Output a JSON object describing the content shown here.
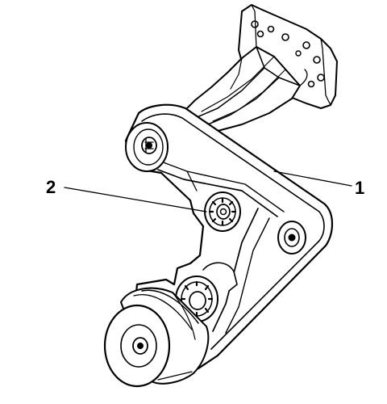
{
  "diagram": {
    "callouts": [
      {
        "number": "1",
        "part": "belt"
      },
      {
        "number": "2",
        "part": "idler-pulley"
      }
    ]
  },
  "colors": {
    "stroke": "#000000",
    "fill": "#ffffff"
  }
}
